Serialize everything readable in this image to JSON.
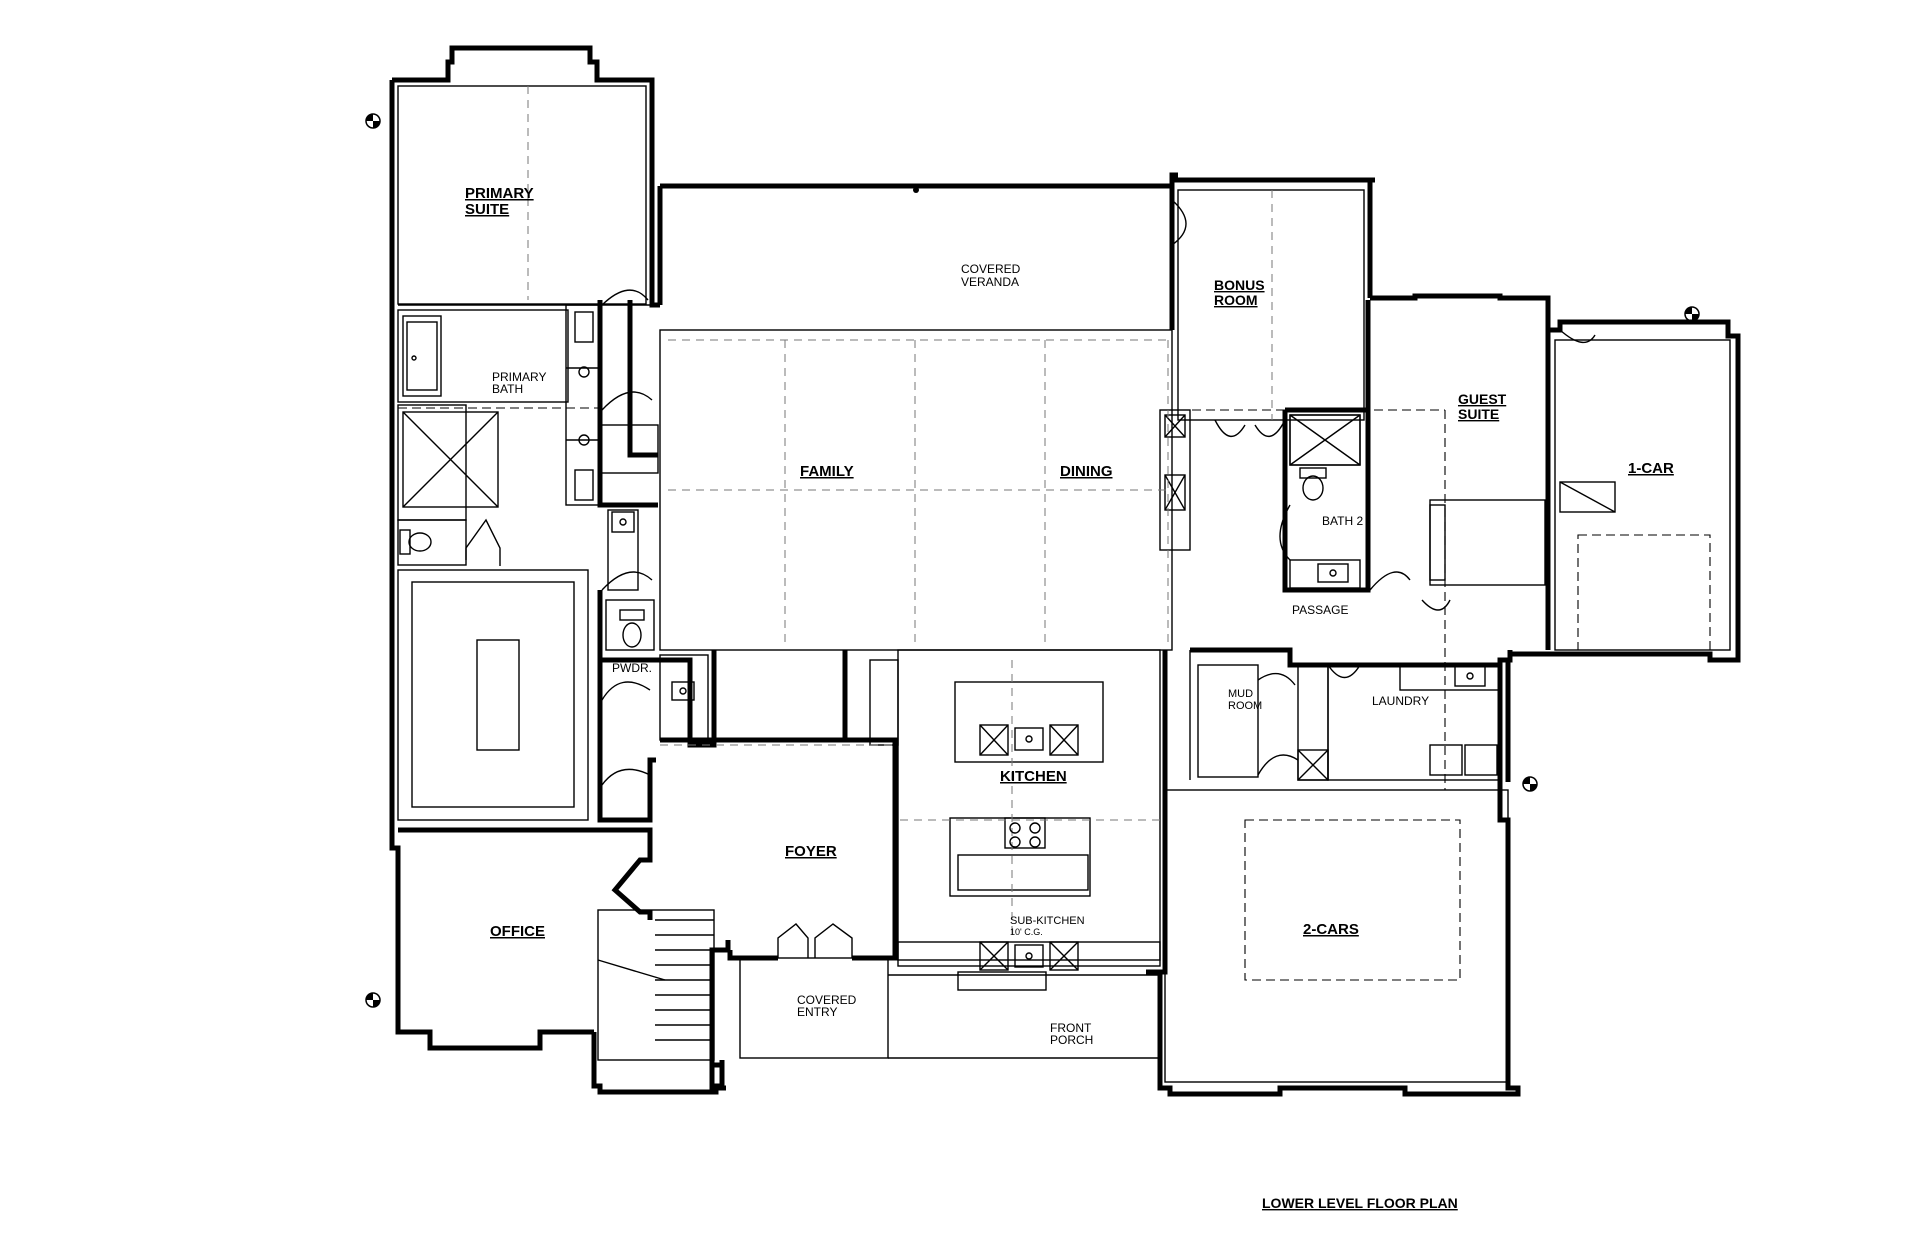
{
  "colors": {
    "ink": "#000000",
    "paper": "#ffffff",
    "dashed": "#777777"
  },
  "plan": {
    "title": "LOWER LEVEL FLOOR PLAN",
    "rooms": {
      "primary_suite": [
        "PRIMARY",
        "SUITE"
      ],
      "covered_veranda": [
        "COVERED",
        "VERANDA"
      ],
      "bonus_room": [
        "BONUS",
        "ROOM"
      ],
      "guest_suite": [
        "GUEST",
        "SUITE"
      ],
      "one_car": "1-CAR",
      "primary_bath": [
        "PRIMARY",
        "BATH"
      ],
      "family": "FAMILY",
      "dining": "DINING",
      "bath_2": "BATH 2",
      "passage": "PASSAGE",
      "pwdr": "PWDR.",
      "mud_room": [
        "MUD",
        "ROOM"
      ],
      "laundry": "LAUNDRY",
      "kitchen": "KITCHEN",
      "foyer": "FOYER",
      "office": "OFFICE",
      "sub_kitchen": "SUB-KITCHEN",
      "sub_kitchen_note": "10' C.G.",
      "covered_entry": [
        "COVERED",
        "ENTRY"
      ],
      "front_porch": [
        "FRONT",
        "PORCH"
      ],
      "two_cars": "2-CARS"
    },
    "icons": [
      "section-marker-icon",
      "toilet-icon",
      "sink-icon",
      "shower-icon",
      "tub-icon",
      "range-icon",
      "door-swing-icon"
    ]
  }
}
